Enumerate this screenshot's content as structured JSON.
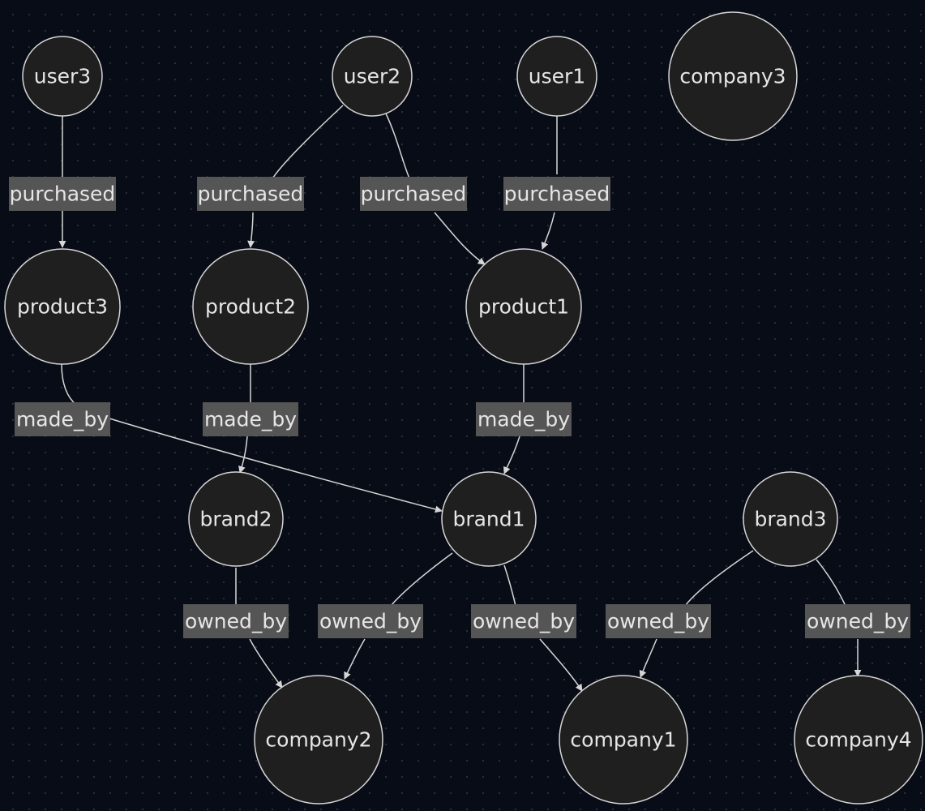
{
  "nodes": {
    "user3": "user3",
    "user2": "user2",
    "user1": "user1",
    "company3": "company3",
    "product3": "product3",
    "product2": "product2",
    "product1": "product1",
    "brand2": "brand2",
    "brand1": "brand1",
    "brand3": "brand3",
    "company2": "company2",
    "company1": "company1",
    "company4": "company4"
  },
  "edges": [
    {
      "from": "user3",
      "to": "product3",
      "label": "purchased"
    },
    {
      "from": "user2",
      "to": "product2",
      "label": "purchased"
    },
    {
      "from": "user2",
      "to": "product1",
      "label": "purchased"
    },
    {
      "from": "user1",
      "to": "product1",
      "label": "purchased"
    },
    {
      "from": "product3",
      "to": "brand1",
      "label": "made_by"
    },
    {
      "from": "product2",
      "to": "brand2",
      "label": "made_by"
    },
    {
      "from": "product1",
      "to": "brand1",
      "label": "made_by"
    },
    {
      "from": "brand2",
      "to": "company2",
      "label": "owned_by"
    },
    {
      "from": "brand1",
      "to": "company2",
      "label": "owned_by"
    },
    {
      "from": "brand1",
      "to": "company1",
      "label": "owned_by"
    },
    {
      "from": "brand3",
      "to": "company1",
      "label": "owned_by"
    },
    {
      "from": "brand3",
      "to": "company4",
      "label": "owned_by"
    }
  ]
}
